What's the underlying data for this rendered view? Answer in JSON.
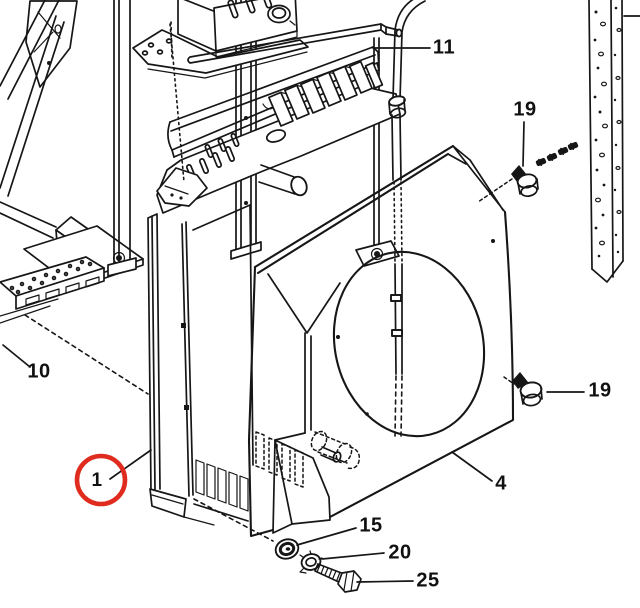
{
  "diagram": {
    "kind": "exploded-parts-line-drawing",
    "background": "#ffffff",
    "line_color": "#161616",
    "highlight_color": "#df2c1f",
    "callouts": [
      {
        "text": "11"
      },
      {
        "text": "19"
      },
      {
        "text": "10"
      },
      {
        "text": "1",
        "highlighted": true
      },
      {
        "text": "19"
      },
      {
        "text": "4"
      },
      {
        "text": "15"
      },
      {
        "text": "20"
      },
      {
        "text": "25"
      }
    ]
  }
}
